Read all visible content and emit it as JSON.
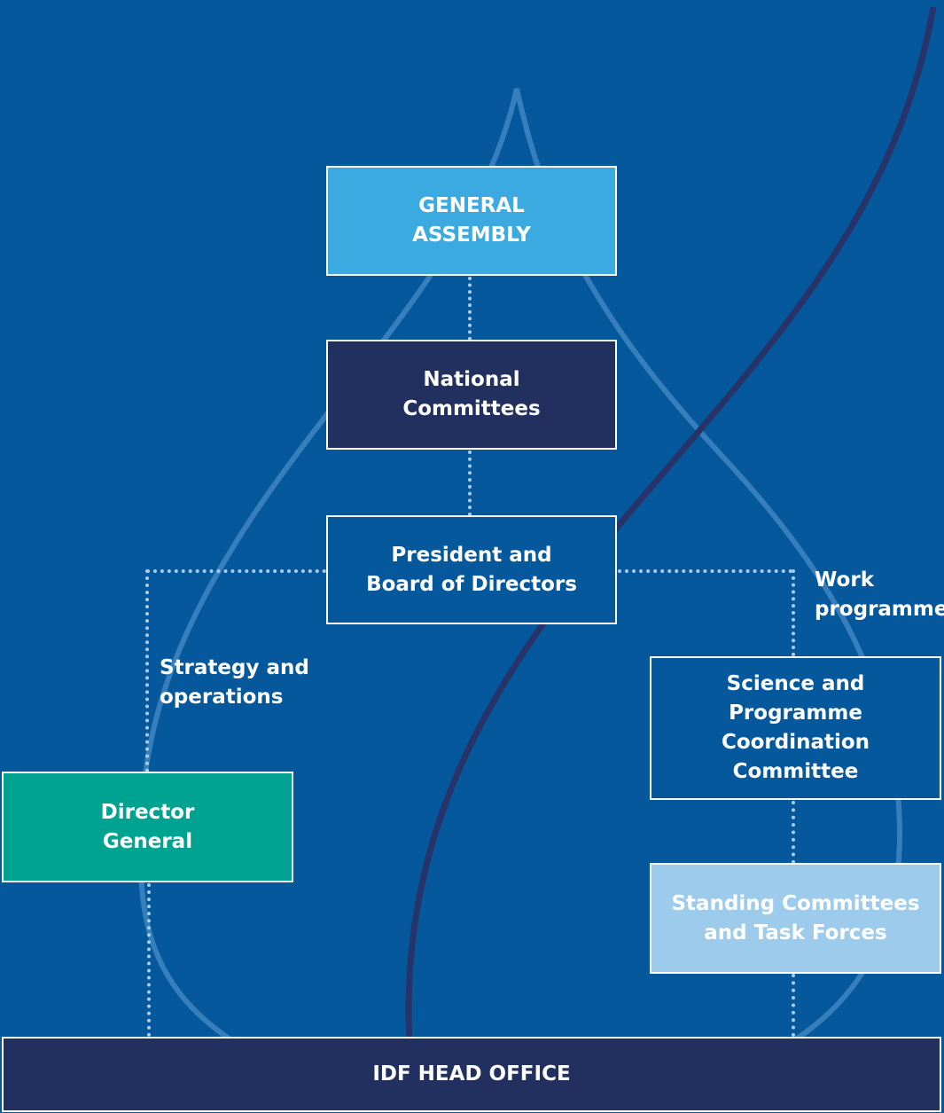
{
  "colors": {
    "background": "#05589b",
    "general_assembly": "#3aaae0",
    "national_committees": "#21305f",
    "president_board": "#05589b",
    "director_general": "#00a392",
    "science_committee": "#05589b",
    "standing_committees": "#9ccbec",
    "head_office": "#21305f",
    "connector": "#a9cdeb"
  },
  "boxes": {
    "general_assembly": "GENERAL\nASSEMBLY",
    "national_committees": "National\nCommittees",
    "president_board": "President and\nBoard of Directors",
    "director_general": "Director\nGeneral",
    "science_committee": "Science and\nProgramme\nCoordination\nCommittee",
    "standing_committees": "Standing Committees\nand Task Forces",
    "head_office": "IDF HEAD OFFICE"
  },
  "labels": {
    "strategy": "Strategy and\noperations",
    "work_programme": "Work\nprogramme"
  }
}
